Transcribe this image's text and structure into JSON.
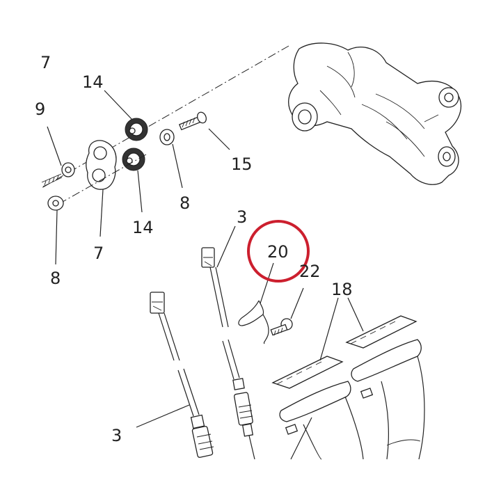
{
  "callouts": {
    "c14a": "14",
    "c14b": "14",
    "c15": "15",
    "c8a": "8",
    "c8b": "8",
    "c7": "7",
    "c3a": "3",
    "c3b": "3",
    "c20": "20",
    "c22": "22",
    "c18": "18",
    "c9": "9",
    "c17": "7"
  },
  "highlight_color": "#cc1f2e"
}
